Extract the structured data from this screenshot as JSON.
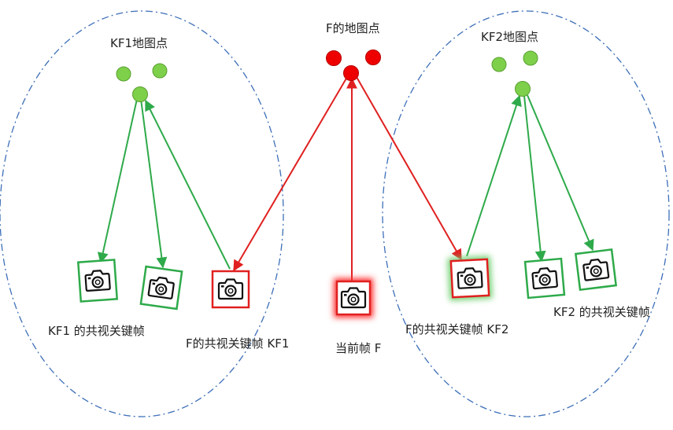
{
  "labels": {
    "kf1_map_points": "KF1地图点",
    "f_map_points": "F的地图点",
    "kf2_map_points": "KF2地图点",
    "kf1_covis": "KF1 的共视关键帧",
    "f_covis_kf1": "F的共视关键帧 KF1",
    "current_frame": "当前帧 F",
    "f_covis_kf2": "F的共视关键帧 KF2",
    "kf2_covis": "KF2 的共视关键帧"
  },
  "colors": {
    "ellipse": "#3d6fb8",
    "green": "#2eaa4a",
    "point_green": "#7ed04b",
    "red": "#e02020",
    "point_red": "#ee0000"
  },
  "icons": {
    "camera": "camera-icon"
  }
}
